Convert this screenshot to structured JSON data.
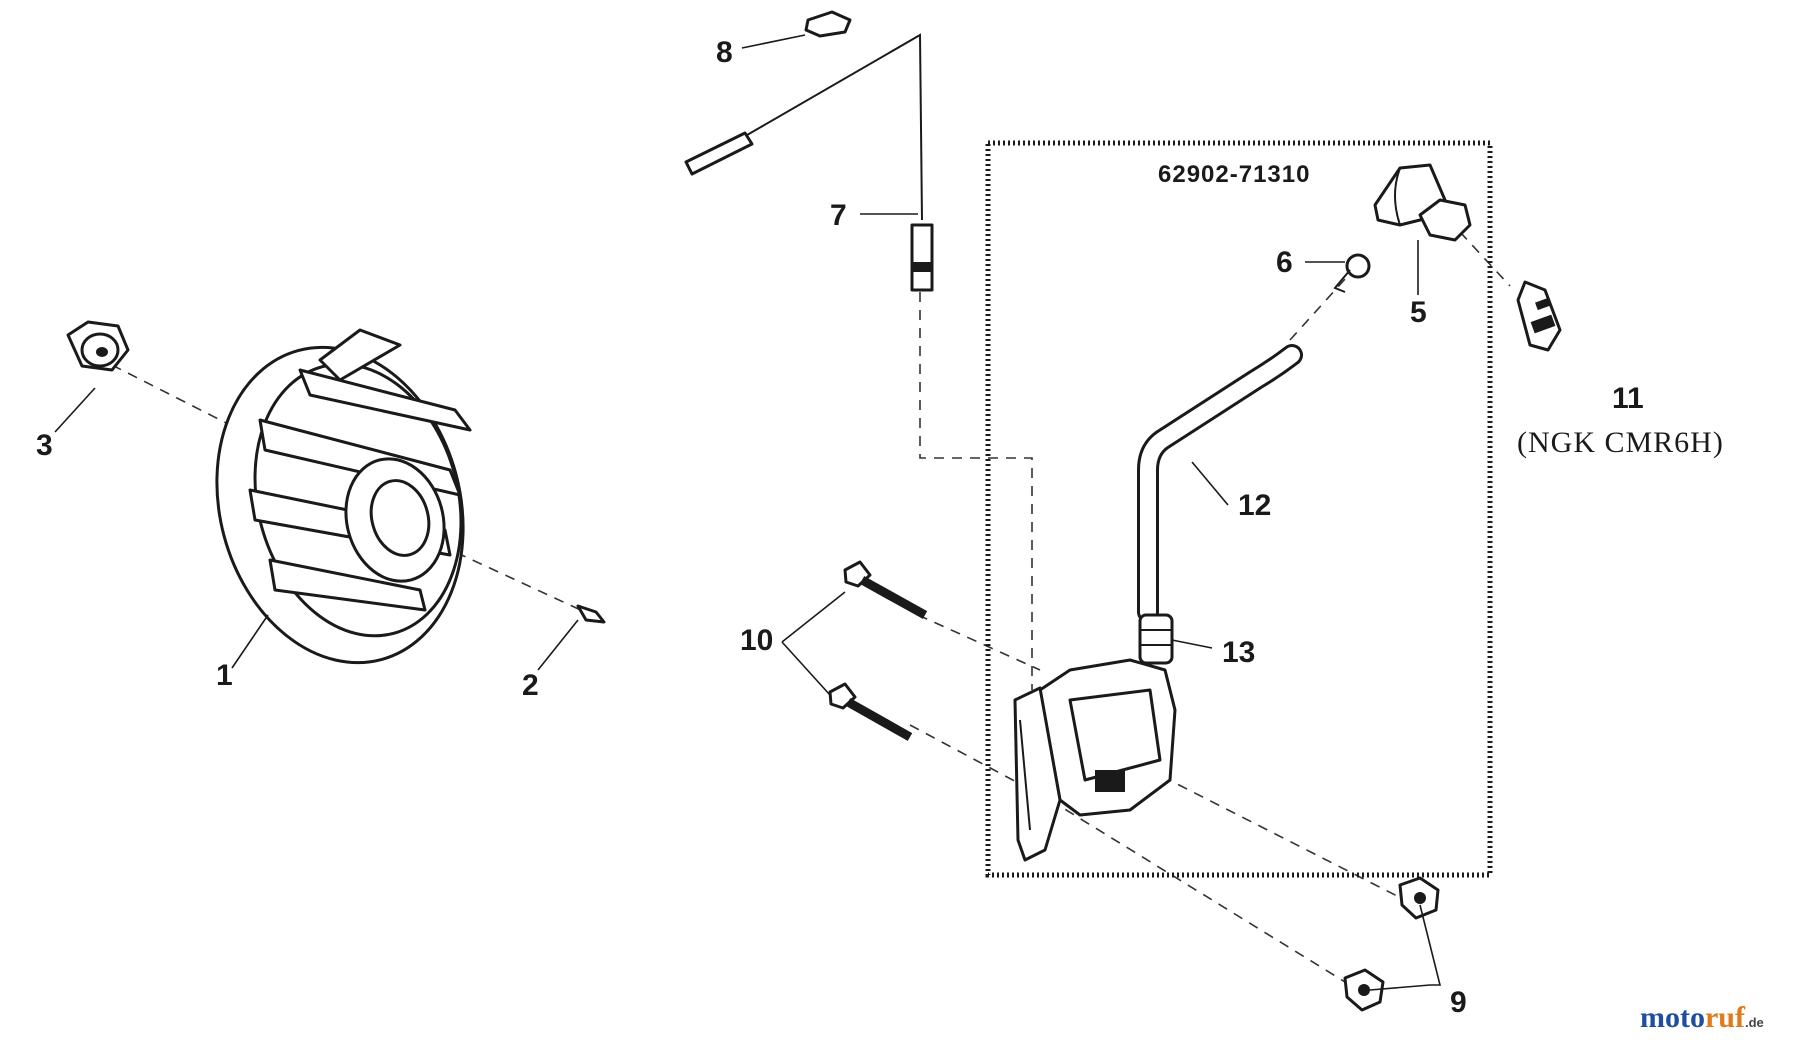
{
  "diagram": {
    "assembly_number": "62902-71310",
    "spark_plug_spec": "(NGK CMR6H)",
    "callouts": [
      "1",
      "2",
      "3",
      "5",
      "6",
      "7",
      "8",
      "9",
      "10",
      "11",
      "12",
      "13"
    ]
  },
  "watermark": {
    "prefix": "moto",
    "suffix": "ruf",
    "tld": ".de",
    "colors": {
      "primary": "#1f4e9e",
      "accent": "#e07a1a"
    }
  }
}
